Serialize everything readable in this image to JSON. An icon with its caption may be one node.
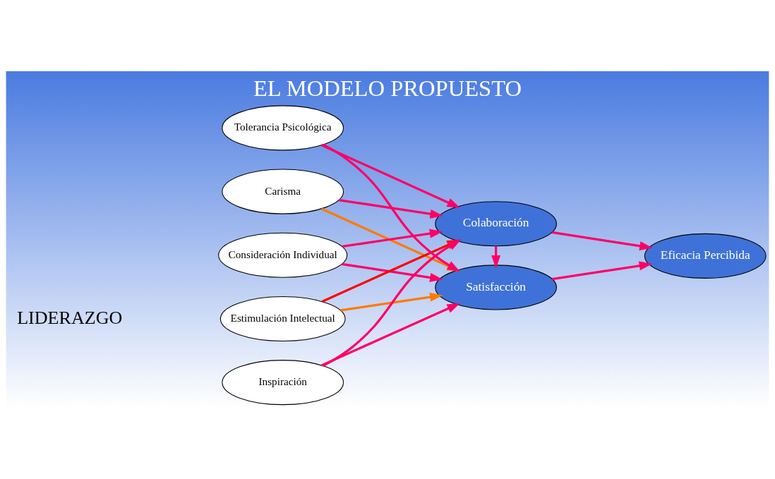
{
  "diagram": {
    "title": "EL MODELO PROPUESTO",
    "nodes": [
      {
        "text": [
          "Carisma"
        ]
      },
      {
        "text": [
          "Consideración Individual"
        ]
      },
      {
        "text": [
          "Estimulación Intelectual"
        ]
      },
      {
        "text": [
          "Inspiración"
        ]
      },
      {
        "text": [
          "Tolerancia Psicológica"
        ]
      },
      {
        "text": [
          "Colaboración"
        ]
      },
      {
        "text": [
          "Satisfacción"
        ]
      },
      {
        "text": [
          "Eficacia Percibida"
        ]
      }
    ],
    "edges": [
      {
        "from": 0,
        "to": 5,
        "arrow": "to"
      },
      {
        "from": 0,
        "to": 6,
        "arrow": "to",
        "color": "#ff7a00"
      },
      {
        "from": 1,
        "to": 5,
        "arrow": "to"
      },
      {
        "from": 1,
        "to": 6,
        "arrow": "to"
      },
      {
        "from": 2,
        "to": 5,
        "arrow": "to",
        "color": "#ff0000"
      },
      {
        "from": 2,
        "to": 6,
        "arrow": "to",
        "color": "#ff7a00"
      },
      {
        "from": 3,
        "to": 5,
        "arrow": "to"
      },
      {
        "from": 3,
        "to": 6,
        "arrow": "to"
      },
      {
        "from": 4,
        "to": 5,
        "arrow": "to"
      },
      {
        "from": 4,
        "to": 6,
        "arrow": "to"
      },
      {
        "from": 5,
        "to": 6,
        "arrow": "to"
      },
      {
        "from": 5,
        "to": 7,
        "arrow": "to"
      },
      {
        "from": 6,
        "to": 7,
        "arrow": "to"
      }
    ],
    "labels": [
      "LIDERAZGO"
    ]
  }
}
